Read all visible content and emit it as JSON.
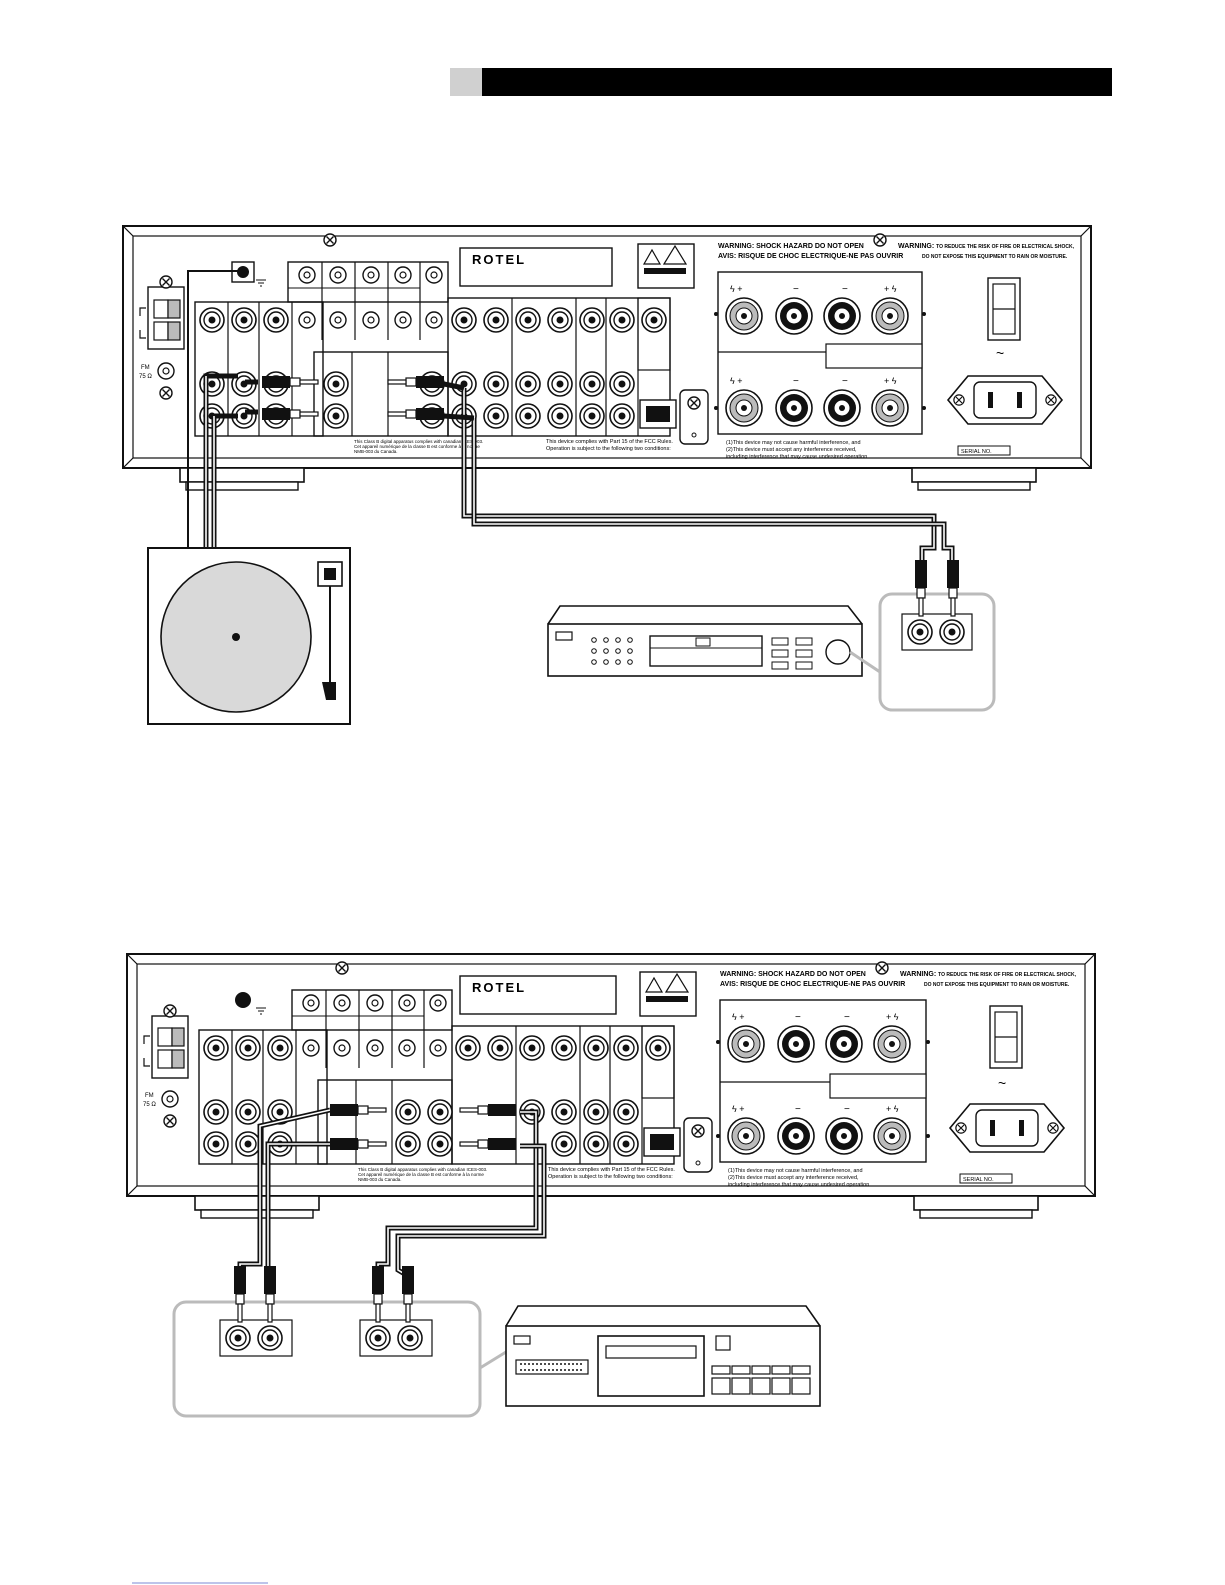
{
  "brand": "ROTEL",
  "warning_en": "WARNING:",
  "warning_en_text": "SHOCK HAZARD DO NOT OPEN",
  "warning_fr": "AVIS:",
  "warning_fr_text": "RISQUE DE CHOC ELECTRIQUE-NE PAS OUVRIR",
  "warning_fire": "WARNING:",
  "warning_fire_1": "TO REDUCE THE RISK OF FIRE OR ELECTRICAL SHOCK,",
  "warning_fire_2": "DO NOT EXPOSE THIS EQUIPMENT TO RAIN OR MOISTURE.",
  "fm_label": "FM",
  "fm_ohm": "75 Ω",
  "canada_1": "This Class B digital apparatus complies with canadian ICES-003.",
  "canada_2": "Cet appareil numérique de la classe B est conforme à la norme",
  "canada_3": "NMB-003 du Canada.",
  "fcc_1": "This device complies with Part 15 of the FCC Rules.",
  "fcc_2": "Operation is subject to the following two conditions:",
  "cond_1": "(1)This device may not cause harmful interference, and",
  "cond_2": "(2)This device must accept any interference received,",
  "cond_3": "including interference that may cause undesired operation",
  "serial": "SERIAL NO.",
  "ac_symbol": "~",
  "colors": {
    "ink": "#111111",
    "gray_fill": "#d9d9d9",
    "callout": "#bbbbbb",
    "header_tab": "#d0d0d0"
  }
}
